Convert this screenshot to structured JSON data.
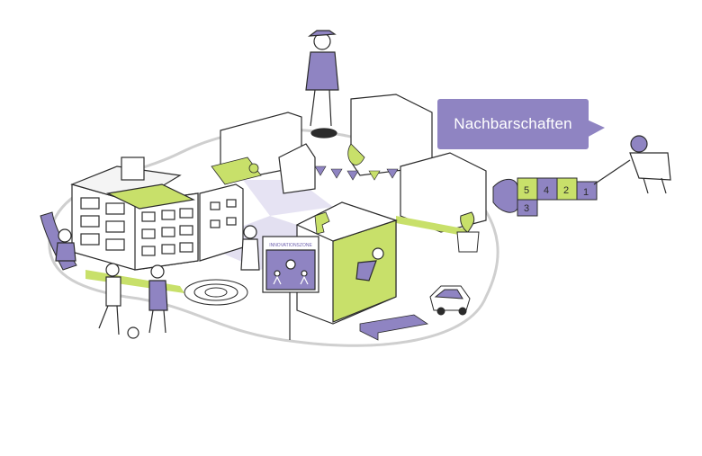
{
  "speech_bubble": {
    "text": "Nachbarschaften"
  },
  "sign": {
    "title": "INNOVATIONSZONE"
  },
  "hopscotch": {
    "numbers": [
      "5",
      "3",
      "4",
      "2",
      "1"
    ]
  },
  "colors": {
    "purple": "#8f84c2",
    "purple_dark": "#6c5fae",
    "lime": "#c8e06a",
    "lavender_shadow": "#dcd8ee",
    "outline": "#2b2b2b"
  },
  "icons": [
    "skateboarder",
    "hopscotch-player",
    "climbing-wall",
    "car",
    "soccer-ball",
    "children-sign-icon",
    "parking-sign",
    "plant"
  ]
}
